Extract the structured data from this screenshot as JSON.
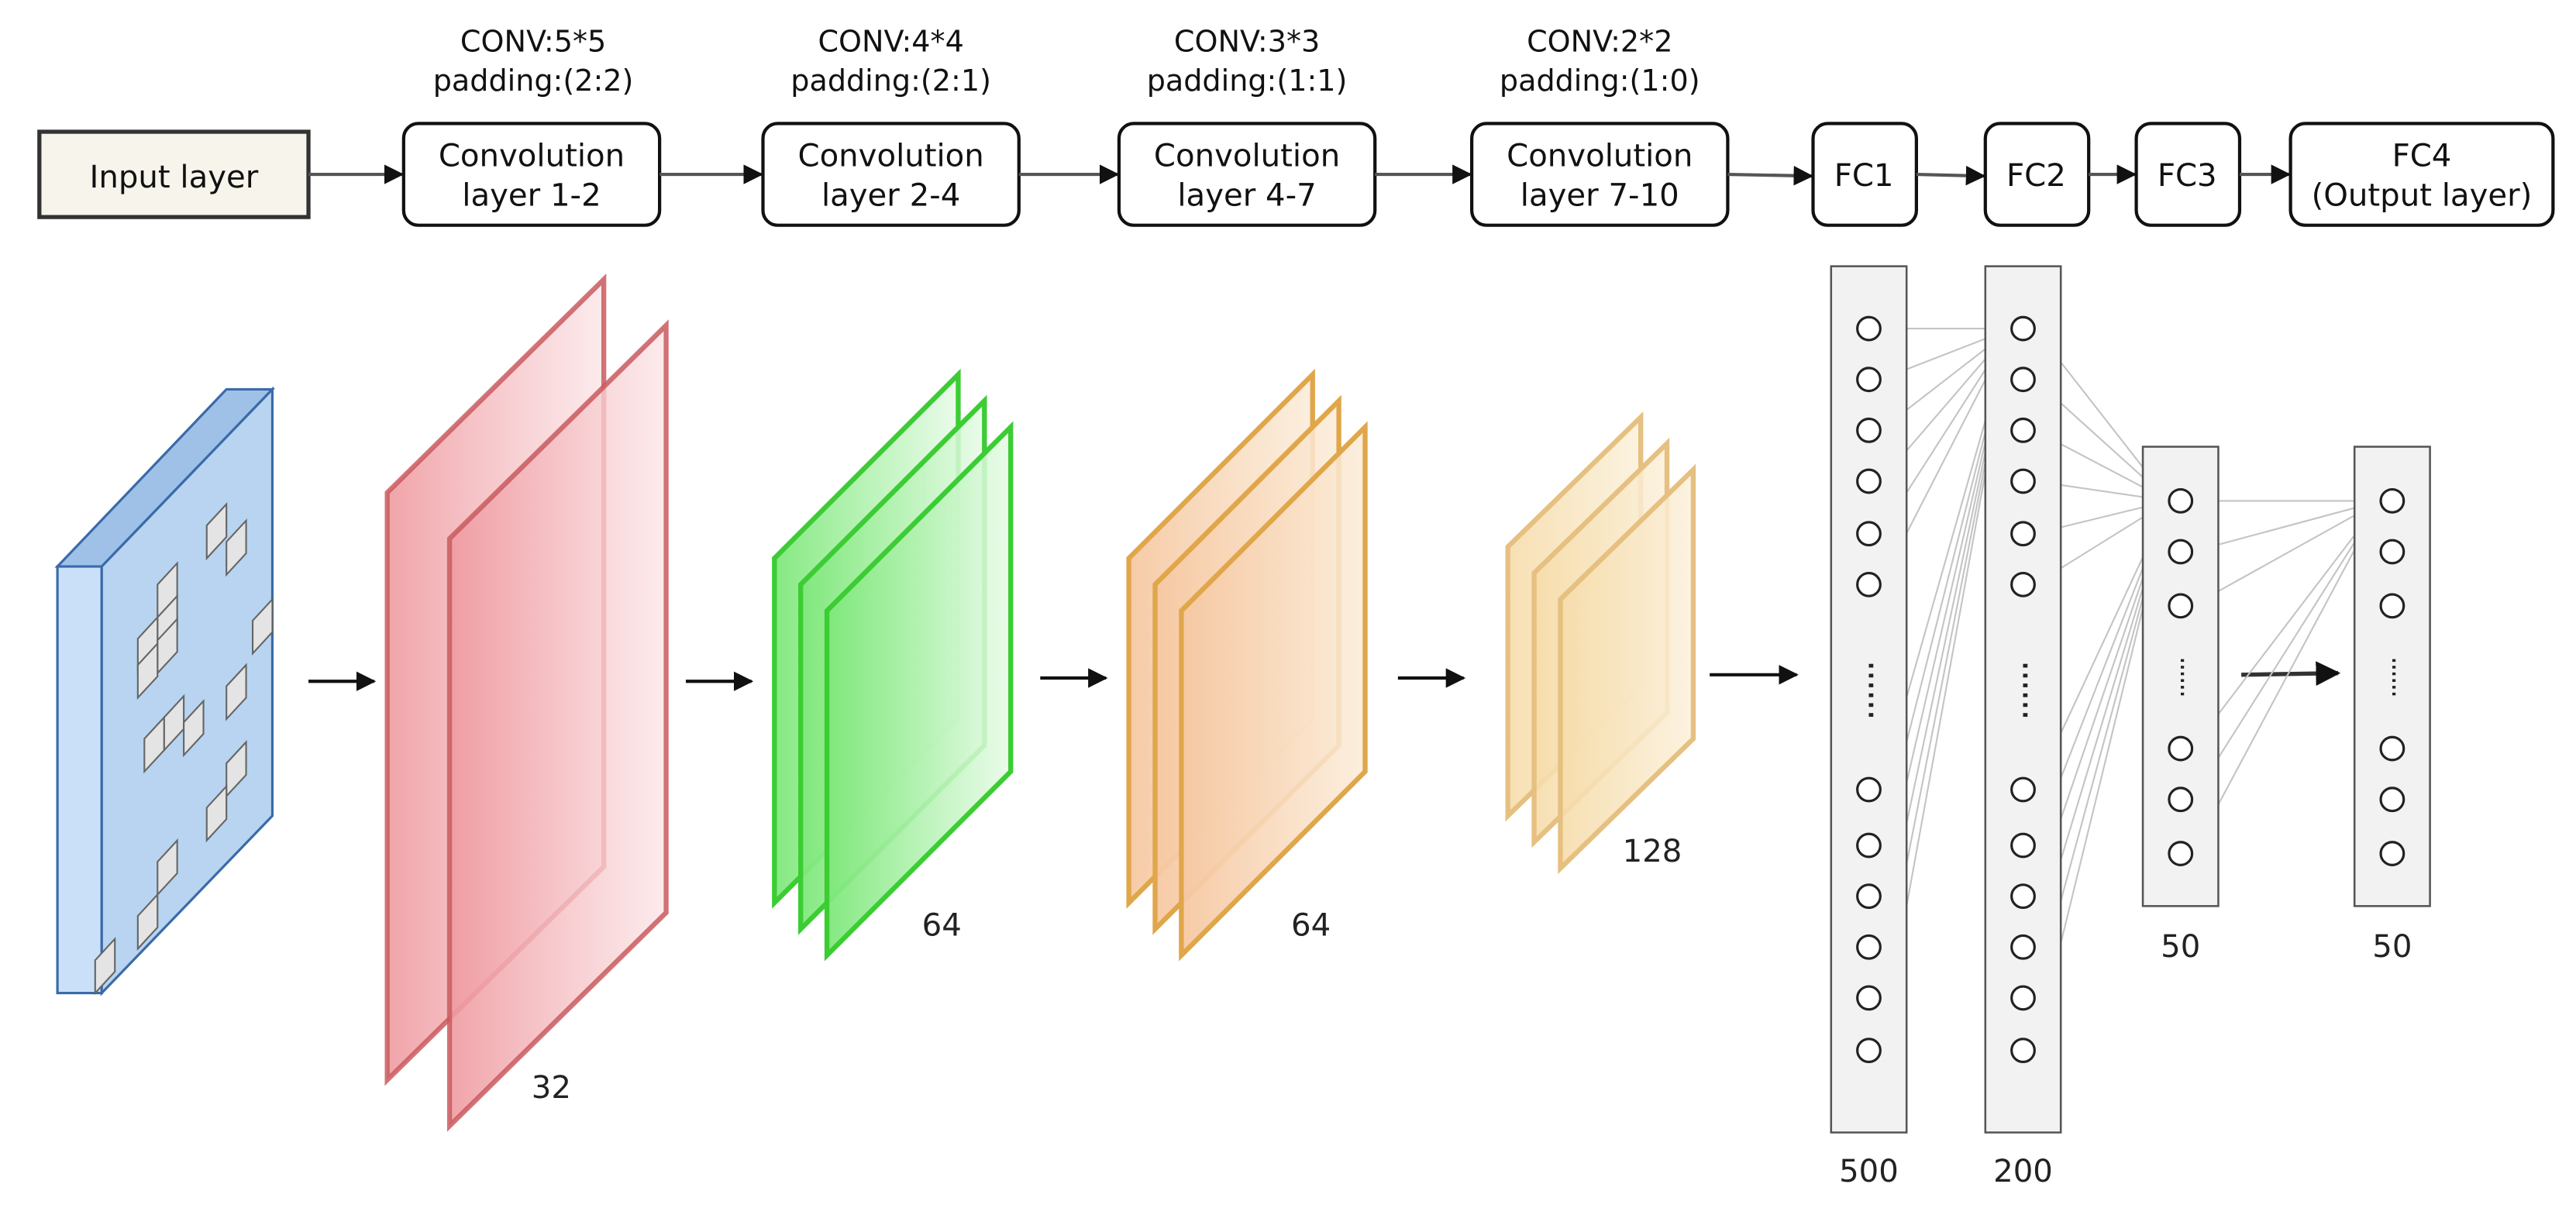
{
  "pipeline": {
    "input": {
      "label": "Input layer"
    },
    "conv_layers": [
      {
        "spec": "CONV:5*5",
        "padding": "padding:(2:2)",
        "name_line1": "Convolution",
        "name_line2": "layer 1-2",
        "count": "32",
        "color": "#e8868c"
      },
      {
        "spec": "CONV:4*4",
        "padding": "padding:(2:1)",
        "name_line1": "Convolution",
        "name_line2": "layer 2-4",
        "count": "64",
        "color": "#44d43c"
      },
      {
        "spec": "CONV:3*3",
        "padding": "padding:(1:1)",
        "name_line1": "Convolution",
        "name_line2": "layer 4-7",
        "count": "64",
        "color": "#e0a64a"
      },
      {
        "spec": "CONV:2*2",
        "padding": "padding:(1:0)",
        "name_line1": "Convolution",
        "name_line2": "layer 7-10",
        "count": "128",
        "color": "#e8c484"
      }
    ],
    "fc_layers": [
      {
        "label": "FC1",
        "count": "500"
      },
      {
        "label": "FC2",
        "count": "200"
      },
      {
        "label": "FC3",
        "count": "50"
      },
      {
        "label_line1": "FC4",
        "label_line2": "(Output layer)",
        "count": "50"
      }
    ]
  },
  "ellipsis": "......",
  "colors": {
    "input_block": "#b8d4f0",
    "input_border": "#3a6aa8",
    "fc_column_fill": "#f2f2f2",
    "connection_line": "#c4c4c4"
  }
}
